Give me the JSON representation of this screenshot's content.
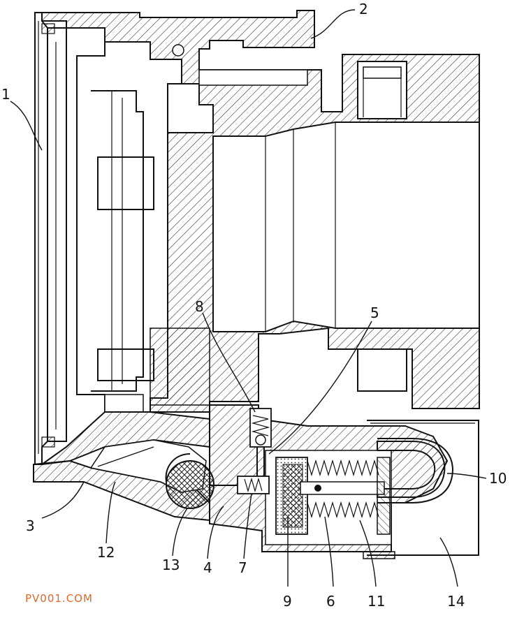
{
  "labels": {
    "l1": "1",
    "l2": "2",
    "l3": "3",
    "l4": "4",
    "l5": "5",
    "l6": "6",
    "l7": "7",
    "l8": "8",
    "l9": "9",
    "l10": "10",
    "l11": "11",
    "l12": "12",
    "l13": "13",
    "l14": "14"
  },
  "watermark": "PV001.COM",
  "colors": {
    "line": "#111111",
    "hatch": "#222222",
    "watermark": "#e0662a",
    "background": "#ffffff"
  }
}
